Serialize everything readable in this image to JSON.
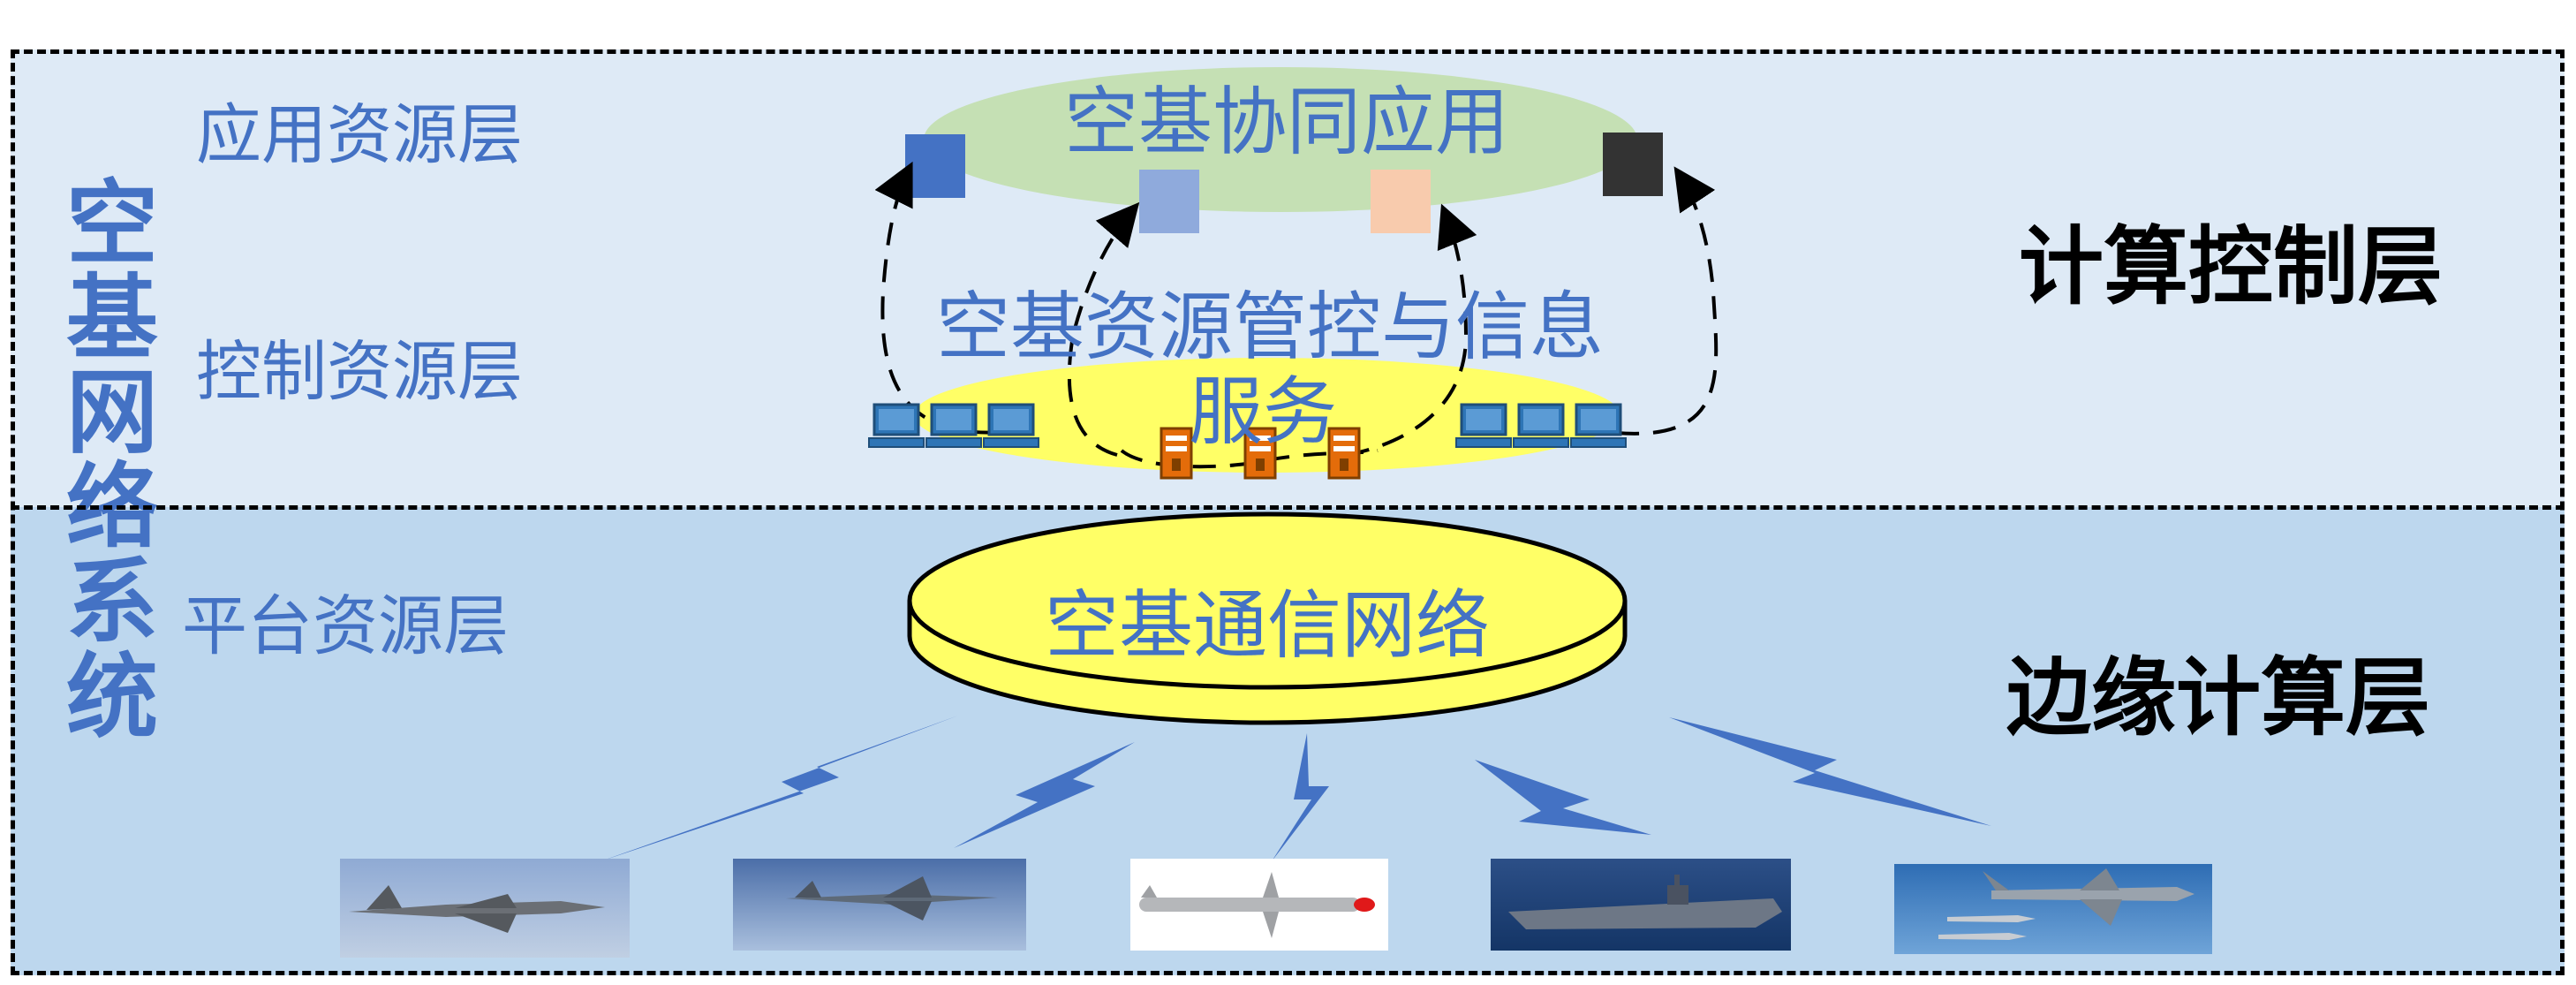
{
  "title": "空基网络系统",
  "layers": {
    "application": "应用资源层",
    "control": "控制资源层",
    "platform": "平台资源层"
  },
  "tiers": {
    "compute_control": "计算控制层",
    "edge_compute": "边缘计算层"
  },
  "nodes": {
    "app": "空基协同应用",
    "control_line1": "空基资源管控与信息",
    "control_line2": "服务",
    "network": "空基通信网络"
  },
  "colors": {
    "label_blue": "#4472c4",
    "top_band": "#deeaf6",
    "bottom_band": "#bdd7ee",
    "app_ellipse": "#c5e0b4",
    "control_ellipse": "#ffff66",
    "network_disk": "#ffff66",
    "square_1": "#4472c4",
    "square_2": "#8faadc",
    "square_3": "#f8cbad",
    "square_4": "#333333"
  },
  "icons": {
    "computers_left": "desktop-computer-icon",
    "computers_right": "desktop-computer-icon",
    "servers": "server-icon",
    "links": "lightning-bolt-icon"
  },
  "platforms": [
    "fighter-jet-1",
    "fighter-jet-2",
    "missile",
    "aircraft-carrier",
    "transport-aircraft"
  ]
}
